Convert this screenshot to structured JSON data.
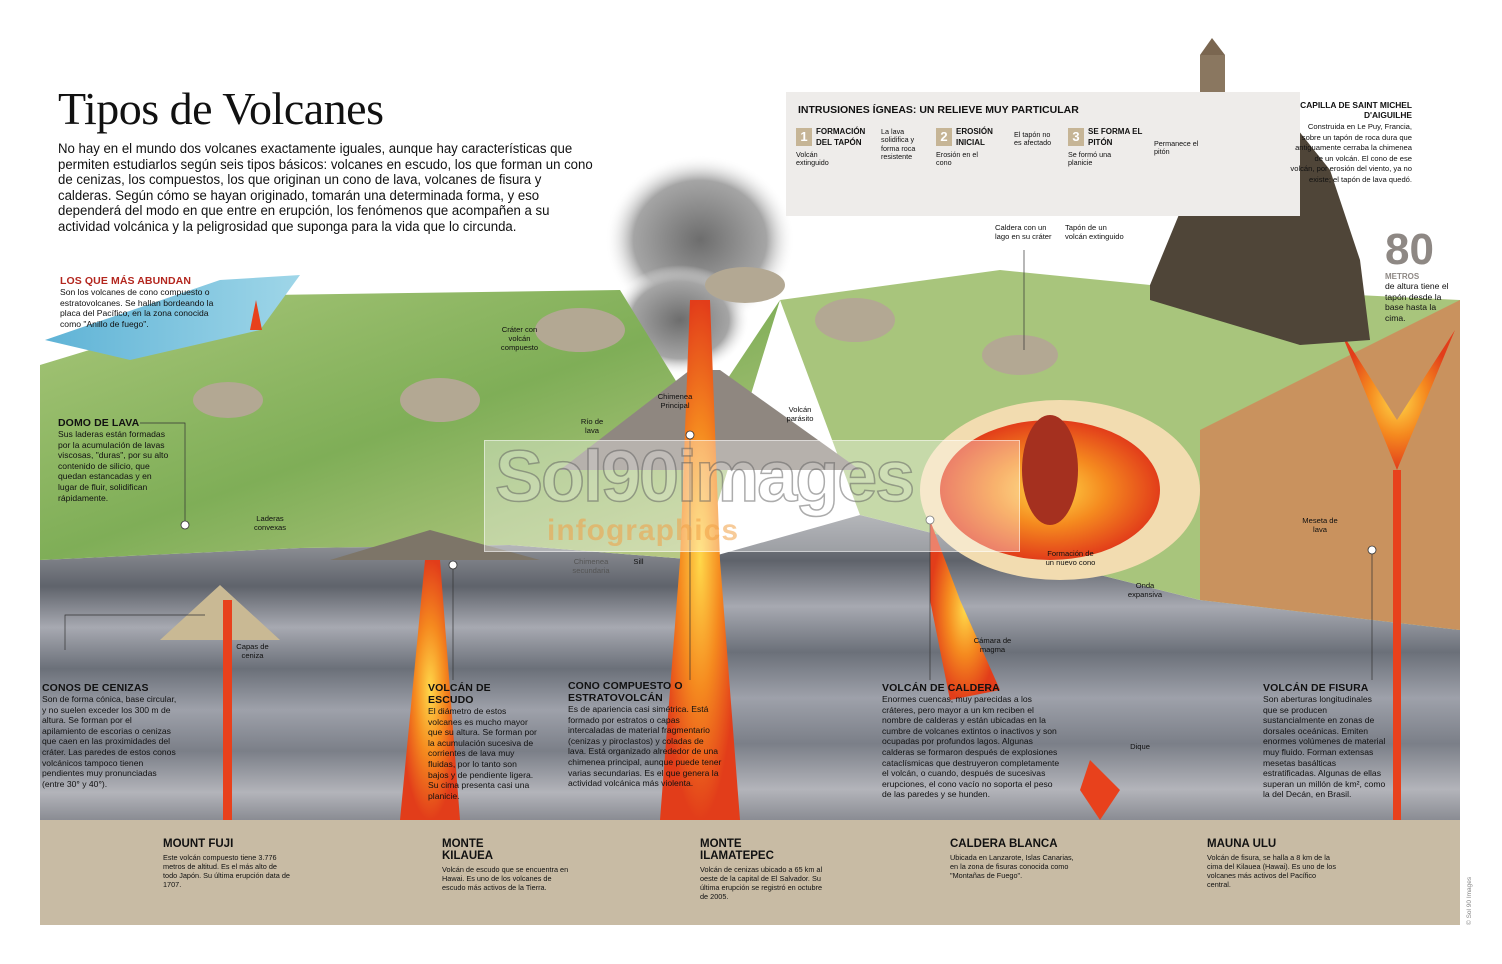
{
  "title": "Tipos de Volcanes",
  "intro": "No hay en el mundo dos volcanes exactamente iguales, aunque hay características que permiten estudiarlos según seis tipos básicos: volcanes en escudo, los que forman un cono de cenizas, los compuestos, los que originan un cono de lava, volcanes de fisura y calderas. Según cómo se hayan originado, tomarán una determinada forma, y eso dependerá del modo en que entre en erupción, los fenómenos que acompañen a su actividad volcánica y la peligrosidad que suponga para la vida que lo circunda.",
  "colors": {
    "accent_red": "#b3261e",
    "band": "#c8bba4",
    "lava": "#e8411c",
    "step_badge": "#c6b596"
  },
  "abundan": {
    "heading": "LOS QUE MÁS ABUNDAN",
    "text": "Son los volcanes de cono compuesto o estratovolcanes. Se hallan bordeando la placa del Pacífico, en la zona conocida como \"Anillo de fuego\"."
  },
  "types": {
    "domo": {
      "heading": "DOMO DE LAVA",
      "text": "Sus laderas están formadas por la acumulación de lavas viscosas, \"duras\", por su alto contenido de silicio, que quedan estancadas y en lugar de fluir, solidifican rápidamente."
    },
    "cenizas": {
      "heading": "CONOS DE CENIZAS",
      "text": "Son de forma cónica, base circular, y no suelen exceder los 300 m de altura. Se forman por el apilamiento de escorias o cenizas que caen en las proximidades del cráter. Las paredes de estos conos volcánicos tampoco tienen pendientes muy pronunciadas (entre 30° y 40°)."
    },
    "escudo": {
      "heading": "VOLCÁN DE ESCUDO",
      "text": "El diámetro de estos volcanes es mucho mayor que su altura. Se forman por la acumulación sucesiva de corrientes de lava muy fluidas, por lo tanto son bajos y de pendiente ligera. Su cima presenta casi una planicie."
    },
    "compuesto": {
      "heading": "CONO COMPUESTO O ESTRATOVOLCÁN",
      "text": "Es de apariencia casi simétrica. Está formado por estratos o capas intercaladas de material fragmentario (cenizas y piroclastos) y coladas de lava. Está organizado alrededor de una chimenea principal, aunque puede tener varias secundarias. Es el que genera la actividad volcánica más violenta."
    },
    "caldera": {
      "heading": "VOLCÁN DE CALDERA",
      "text": "Enormes cuencas, muy parecidas a los cráteres, pero mayor a un km reciben el nombre de calderas y están ubicadas en la cumbre de volcanes extintos o inactivos y son ocupadas por profundos lagos. Algunas calderas se formaron después de explosiones cataclísmicas que destruyeron completamente el volcán, o cuando, después de sucesivas erupciones, el cono vacío no soporta el peso de las paredes y se hunden."
    },
    "fisura": {
      "heading": "VOLCÁN DE FISURA",
      "text": "Son aberturas longitudinales que se producen sustancialmente en zonas de dorsales oceánicas. Emiten enormes volúmenes de material muy fluido. Forman extensas mesetas basálticas estratificadas. Algunas de ellas superan un millón de km², como la del Decán, en Brasil."
    }
  },
  "labels": {
    "laderas": "Laderas convexas",
    "capas": "Capas de ceniza",
    "crater": "Cráter con volcán compuesto",
    "chimenea": "Chimenea Principal",
    "rio": "Río de lava",
    "parasito": "Volcán parásito",
    "secundaria": "Chimenea secundaria",
    "sill": "Sill",
    "caldera_lago": "Caldera con un lago en su cráter",
    "tapon": "Tapón de un volcán extinguido",
    "nuevo_cono": "Formación de un nuevo cono",
    "onda": "Onda expansiva",
    "camara": "Cámara de magma",
    "dique": "Dique",
    "meseta": "Meseta de lava"
  },
  "intrusiones": {
    "title": "INTRUSIONES ÍGNEAS: UN RELIEVE MUY PARTICULAR",
    "steps": [
      {
        "num": "1",
        "heading": "FORMACIÓN DEL TAPÓN",
        "notes": [
          "Volcán extinguido",
          "La lava solidifica y forma roca resistente"
        ]
      },
      {
        "num": "2",
        "heading": "EROSIÓN INICIAL",
        "notes": [
          "Erosión en el cono",
          "El tapón no es afectado"
        ]
      },
      {
        "num": "3",
        "heading": "SE FORMA EL PITÓN",
        "notes": [
          "Se formó una planicie",
          "Permanece el pitón"
        ]
      }
    ]
  },
  "capilla": {
    "heading": "CAPILLA DE SAINT MICHEL D'AIGUILHE",
    "text": "Construida en Le Puy, Francia, sobre un tapón de roca dura que antiguamente cerraba la chimenea de un volcán. El cono de ese volcán, por erosión del viento, ya no existe; el tapón de lava quedó."
  },
  "altura": {
    "value": "80",
    "unit": "METROS",
    "text": "de altura tiene el tapón desde la base hasta la cima."
  },
  "examples": [
    {
      "name": "MOUNT FUJI",
      "text": "Este volcán compuesto tiene 3.776 metros de altitud. Es el más alto de todo Japón. Su última erupción data de 1707."
    },
    {
      "name": "MONTE KILAUEA",
      "text": "Volcán de escudo que se encuentra en Hawai. Es uno de los volcanes de escudo más activos de la Tierra."
    },
    {
      "name": "MONTE ILAMATEPEC",
      "text": "Volcán de cenizas ubicado a 65 km al oeste de la capital de El Salvador. Su última erupción se registró en octubre de 2005."
    },
    {
      "name": "CALDERA BLANCA",
      "text": "Ubicada en Lanzarote, Islas Canarias, en la zona de fisuras conocida como \"Montañas de Fuego\"."
    },
    {
      "name": "MAUNA ULU",
      "text": "Volcán de fisura, se halla a 8 km de la cima del Kilauea (Hawai). Es uno de los volcanes más activos del Pacífico central."
    }
  ],
  "watermark": {
    "line1": "Sol90images",
    "line2": "infographics"
  },
  "copyright": "© Sol 90 Images"
}
